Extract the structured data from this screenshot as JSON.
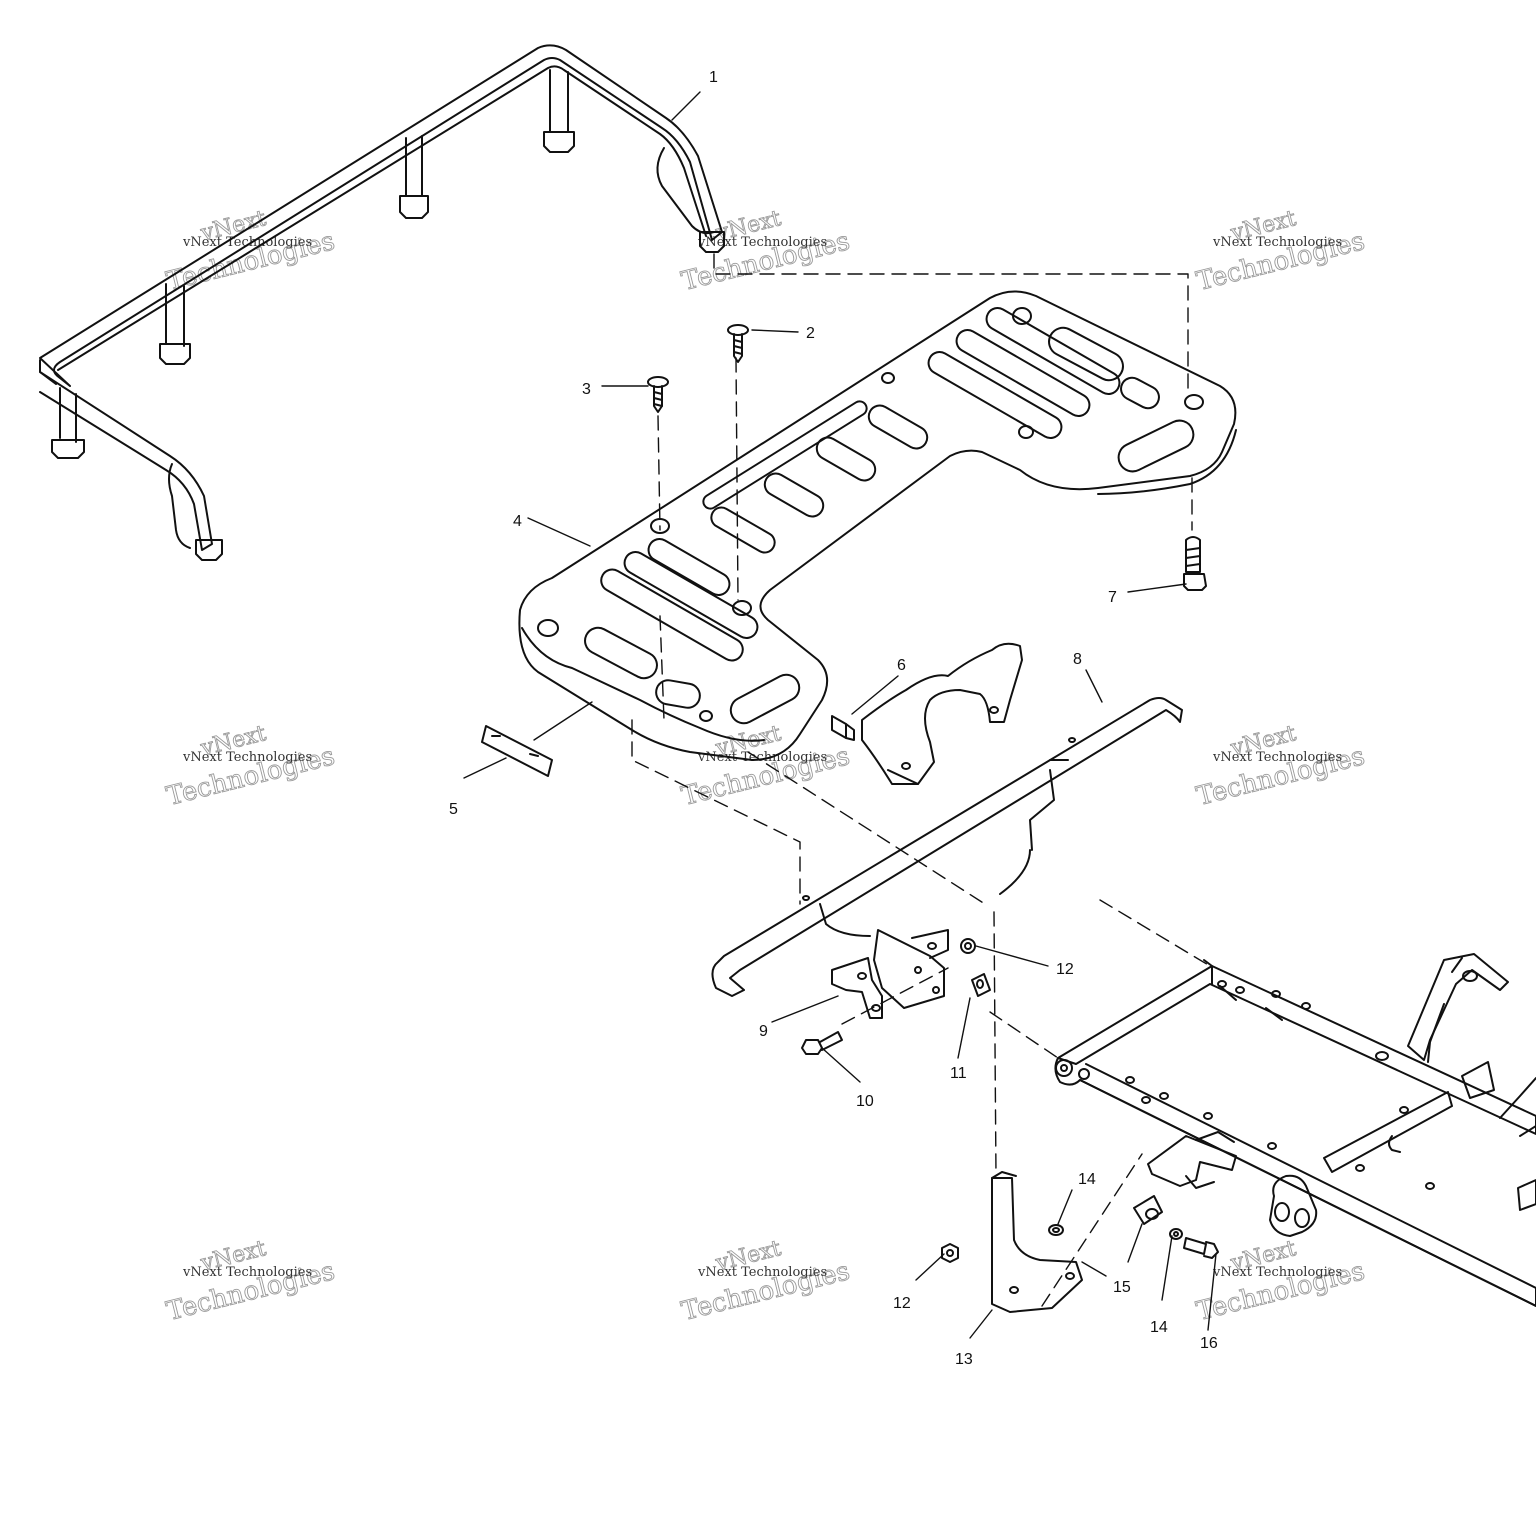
{
  "watermark": {
    "line1": "vNext",
    "line2": "vNext Technologies",
    "line3": "Technologies"
  },
  "callouts": [
    {
      "id": "c1",
      "label": "1"
    },
    {
      "id": "c2",
      "label": "2"
    },
    {
      "id": "c3",
      "label": "3"
    },
    {
      "id": "c4",
      "label": "4"
    },
    {
      "id": "c5",
      "label": "5"
    },
    {
      "id": "c6",
      "label": "6"
    },
    {
      "id": "c7",
      "label": "7"
    },
    {
      "id": "c8",
      "label": "8"
    },
    {
      "id": "c9",
      "label": "9"
    },
    {
      "id": "c10",
      "label": "10"
    },
    {
      "id": "c11",
      "label": "11"
    },
    {
      "id": "c12a",
      "label": "12"
    },
    {
      "id": "c12b",
      "label": "12"
    },
    {
      "id": "c13",
      "label": "13"
    },
    {
      "id": "c14a",
      "label": "14"
    },
    {
      "id": "c14b",
      "label": "14"
    },
    {
      "id": "c15",
      "label": "15"
    },
    {
      "id": "c16",
      "label": "16"
    }
  ],
  "colors": {
    "line": "#111111",
    "watermark": "#9a9a9a",
    "background": "#ffffff"
  }
}
